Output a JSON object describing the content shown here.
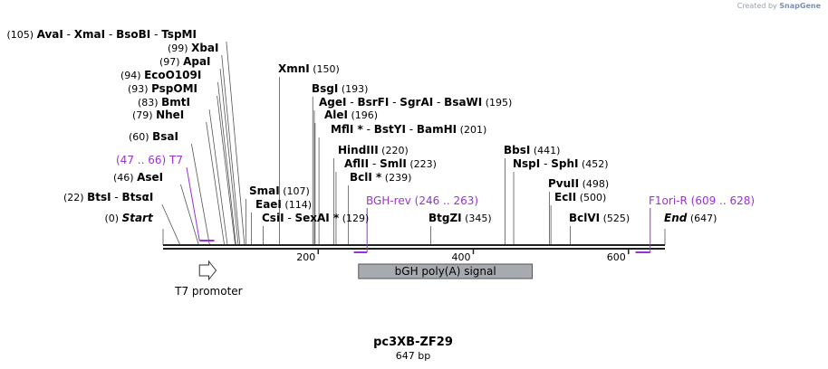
{
  "credit": {
    "prefix": "Created by",
    "brand": "SnapGene"
  },
  "map": {
    "name": "pc3XB-ZF29",
    "length_label": "647 bp",
    "total_bp": 647,
    "ruler_ticks": [
      {
        "bp": 200,
        "label": "200"
      },
      {
        "bp": 400,
        "label": "400"
      },
      {
        "bp": 600,
        "label": "600"
      }
    ],
    "colors": {
      "enzyme": "#000000",
      "primer": "#9b30d9",
      "feature_fill": "#a7abb0",
      "leader": "#555555"
    },
    "sites": [
      {
        "bp": 0,
        "pos": "(0)",
        "parts": [
          {
            "text": "Start",
            "italic": true
          }
        ]
      },
      {
        "bp": 22,
        "pos": "(22)",
        "parts": [
          {
            "text": "BtsI"
          },
          {
            "text": "BtsαI"
          }
        ]
      },
      {
        "bp": 46,
        "pos": "(46)",
        "parts": [
          {
            "text": "AseI"
          }
        ]
      },
      {
        "bp": 60,
        "pos": "(60)",
        "parts": [
          {
            "text": "BsaI"
          }
        ]
      },
      {
        "bp": 79,
        "pos": "(79)",
        "parts": [
          {
            "text": "NheI"
          }
        ]
      },
      {
        "bp": 83,
        "pos": "(83)",
        "parts": [
          {
            "text": "BmtI"
          }
        ]
      },
      {
        "bp": 93,
        "pos": "(93)",
        "parts": [
          {
            "text": "PspOMI"
          }
        ]
      },
      {
        "bp": 94,
        "pos": "(94)",
        "parts": [
          {
            "text": "EcoO109I"
          }
        ]
      },
      {
        "bp": 97,
        "pos": "(97)",
        "parts": [
          {
            "text": "ApaI"
          }
        ]
      },
      {
        "bp": 99,
        "pos": "(99)",
        "parts": [
          {
            "text": "XbaI"
          }
        ]
      },
      {
        "bp": 105,
        "pos": "(105)",
        "parts": [
          {
            "text": "AvaI"
          },
          {
            "text": "XmaI"
          },
          {
            "text": "BsoBI"
          },
          {
            "text": "TspMI"
          }
        ]
      },
      {
        "bp": 107,
        "pos": "(107)",
        "parts": [
          {
            "text": "SmaI"
          }
        ]
      },
      {
        "bp": 114,
        "pos": "(114)",
        "parts": [
          {
            "text": "EaeI"
          }
        ]
      },
      {
        "bp": 129,
        "pos": "(129)",
        "parts": [
          {
            "text": "CsiI"
          },
          {
            "text": "SexAI *"
          }
        ]
      },
      {
        "bp": 150,
        "pos": "(150)",
        "parts": [
          {
            "text": "XmnI"
          }
        ]
      },
      {
        "bp": 193,
        "pos": "(193)",
        "parts": [
          {
            "text": "BsgI"
          }
        ]
      },
      {
        "bp": 195,
        "pos": "(195)",
        "parts": [
          {
            "text": "AgeI"
          },
          {
            "text": "BsrFI"
          },
          {
            "text": "SgrAI"
          },
          {
            "text": "BsaWI"
          }
        ]
      },
      {
        "bp": 196,
        "pos": "(196)",
        "parts": [
          {
            "text": "AleI"
          }
        ]
      },
      {
        "bp": 201,
        "pos": "(201)",
        "parts": [
          {
            "text": "MflI *"
          },
          {
            "text": "BstYI"
          },
          {
            "text": "BamHI"
          }
        ]
      },
      {
        "bp": 220,
        "pos": "(220)",
        "parts": [
          {
            "text": "HindIII"
          }
        ]
      },
      {
        "bp": 223,
        "pos": "(223)",
        "parts": [
          {
            "text": "AflII"
          },
          {
            "text": "SmlI"
          }
        ]
      },
      {
        "bp": 239,
        "pos": "(239)",
        "parts": [
          {
            "text": "BclI *"
          }
        ]
      },
      {
        "bp": 345,
        "pos": "(345)",
        "parts": [
          {
            "text": "BtgZI"
          }
        ]
      },
      {
        "bp": 441,
        "pos": "(441)",
        "parts": [
          {
            "text": "BbsI"
          }
        ]
      },
      {
        "bp": 452,
        "pos": "(452)",
        "parts": [
          {
            "text": "NspI"
          },
          {
            "text": "SphI"
          }
        ]
      },
      {
        "bp": 498,
        "pos": "(498)",
        "parts": [
          {
            "text": "PvuII"
          }
        ]
      },
      {
        "bp": 500,
        "pos": "(500)",
        "parts": [
          {
            "text": "EcII"
          }
        ]
      },
      {
        "bp": 525,
        "pos": "(525)",
        "parts": [
          {
            "text": "BclVI"
          }
        ]
      },
      {
        "bp": 647,
        "pos": "(647)",
        "parts": [
          {
            "text": "End",
            "italic": true
          }
        ]
      }
    ],
    "primers": [
      {
        "name": "T7",
        "range": "(47 .. 66)",
        "start": 47,
        "end": 66,
        "direction": "forward"
      },
      {
        "name": "BGH-rev",
        "range": "(246 .. 263)",
        "start": 246,
        "end": 263,
        "direction": "reverse"
      },
      {
        "name": "F1ori-R",
        "range": "(609 .. 628)",
        "start": 609,
        "end": 628,
        "direction": "reverse"
      }
    ],
    "features": [
      {
        "name": "T7 promoter",
        "start": 47,
        "end": 66,
        "shape": "arrow"
      },
      {
        "name": "bGH poly(A) signal",
        "start": 252,
        "end": 476,
        "shape": "box"
      }
    ]
  }
}
